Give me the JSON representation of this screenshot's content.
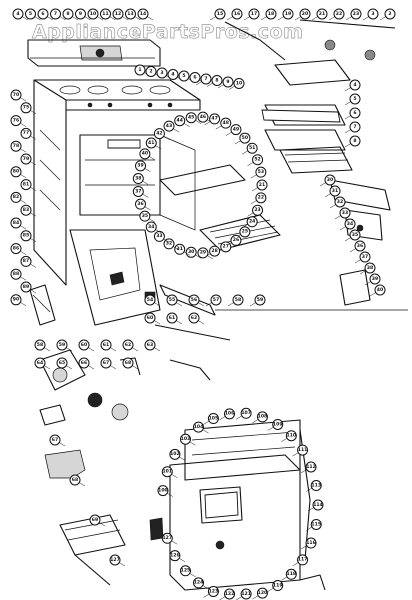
{
  "watermark": "AppliancePartsPros.com",
  "callouts": {
    "range_top_header": [
      "4",
      "5",
      "6",
      "7",
      "8",
      "9",
      "10",
      "11",
      "12",
      "13",
      "14"
    ],
    "upper_right": [
      "15",
      "16",
      "17",
      "18",
      "19",
      "20",
      "21",
      "22",
      "23",
      "3",
      "2"
    ],
    "range_front": [
      "1",
      "2",
      "3",
      "4",
      "5",
      "6",
      "7",
      "8",
      "9",
      "10"
    ],
    "oven_side": [
      "70",
      "75",
      "76",
      "77",
      "78",
      "79",
      "80",
      "81",
      "82",
      "83",
      "84",
      "85",
      "86",
      "87",
      "88",
      "89",
      "90"
    ],
    "oven_interior": [
      "21",
      "22",
      "23",
      "24",
      "25",
      "26",
      "27",
      "28",
      "29",
      "30",
      "31",
      "32",
      "33",
      "34",
      "35",
      "36",
      "37",
      "38",
      "39",
      "40",
      "41",
      "42",
      "43",
      "44",
      "45",
      "46",
      "47",
      "48",
      "49",
      "50",
      "51",
      "52",
      "53"
    ],
    "broiler": [
      "4",
      "5",
      "6",
      "7",
      "8"
    ],
    "burner_valve": [
      "30",
      "31",
      "32",
      "33",
      "34",
      "35",
      "36",
      "37",
      "38",
      "39",
      "40"
    ],
    "door_parts": [
      "54",
      "55",
      "56",
      "57",
      "58",
      "59",
      "60",
      "61",
      "62"
    ],
    "thermostat": [
      "58",
      "59",
      "60",
      "61",
      "62",
      "63",
      "64",
      "65",
      "66",
      "67",
      "68"
    ],
    "back_assembly": [
      "100",
      "101",
      "102",
      "103",
      "104",
      "105",
      "106",
      "107",
      "108",
      "109",
      "110",
      "111",
      "112",
      "113",
      "114",
      "115",
      "116",
      "117",
      "118",
      "119",
      "120",
      "121",
      "122",
      "123",
      "124",
      "125",
      "126",
      "127"
    ],
    "bottom_left": [
      "67",
      "68",
      "69",
      "127"
    ]
  }
}
